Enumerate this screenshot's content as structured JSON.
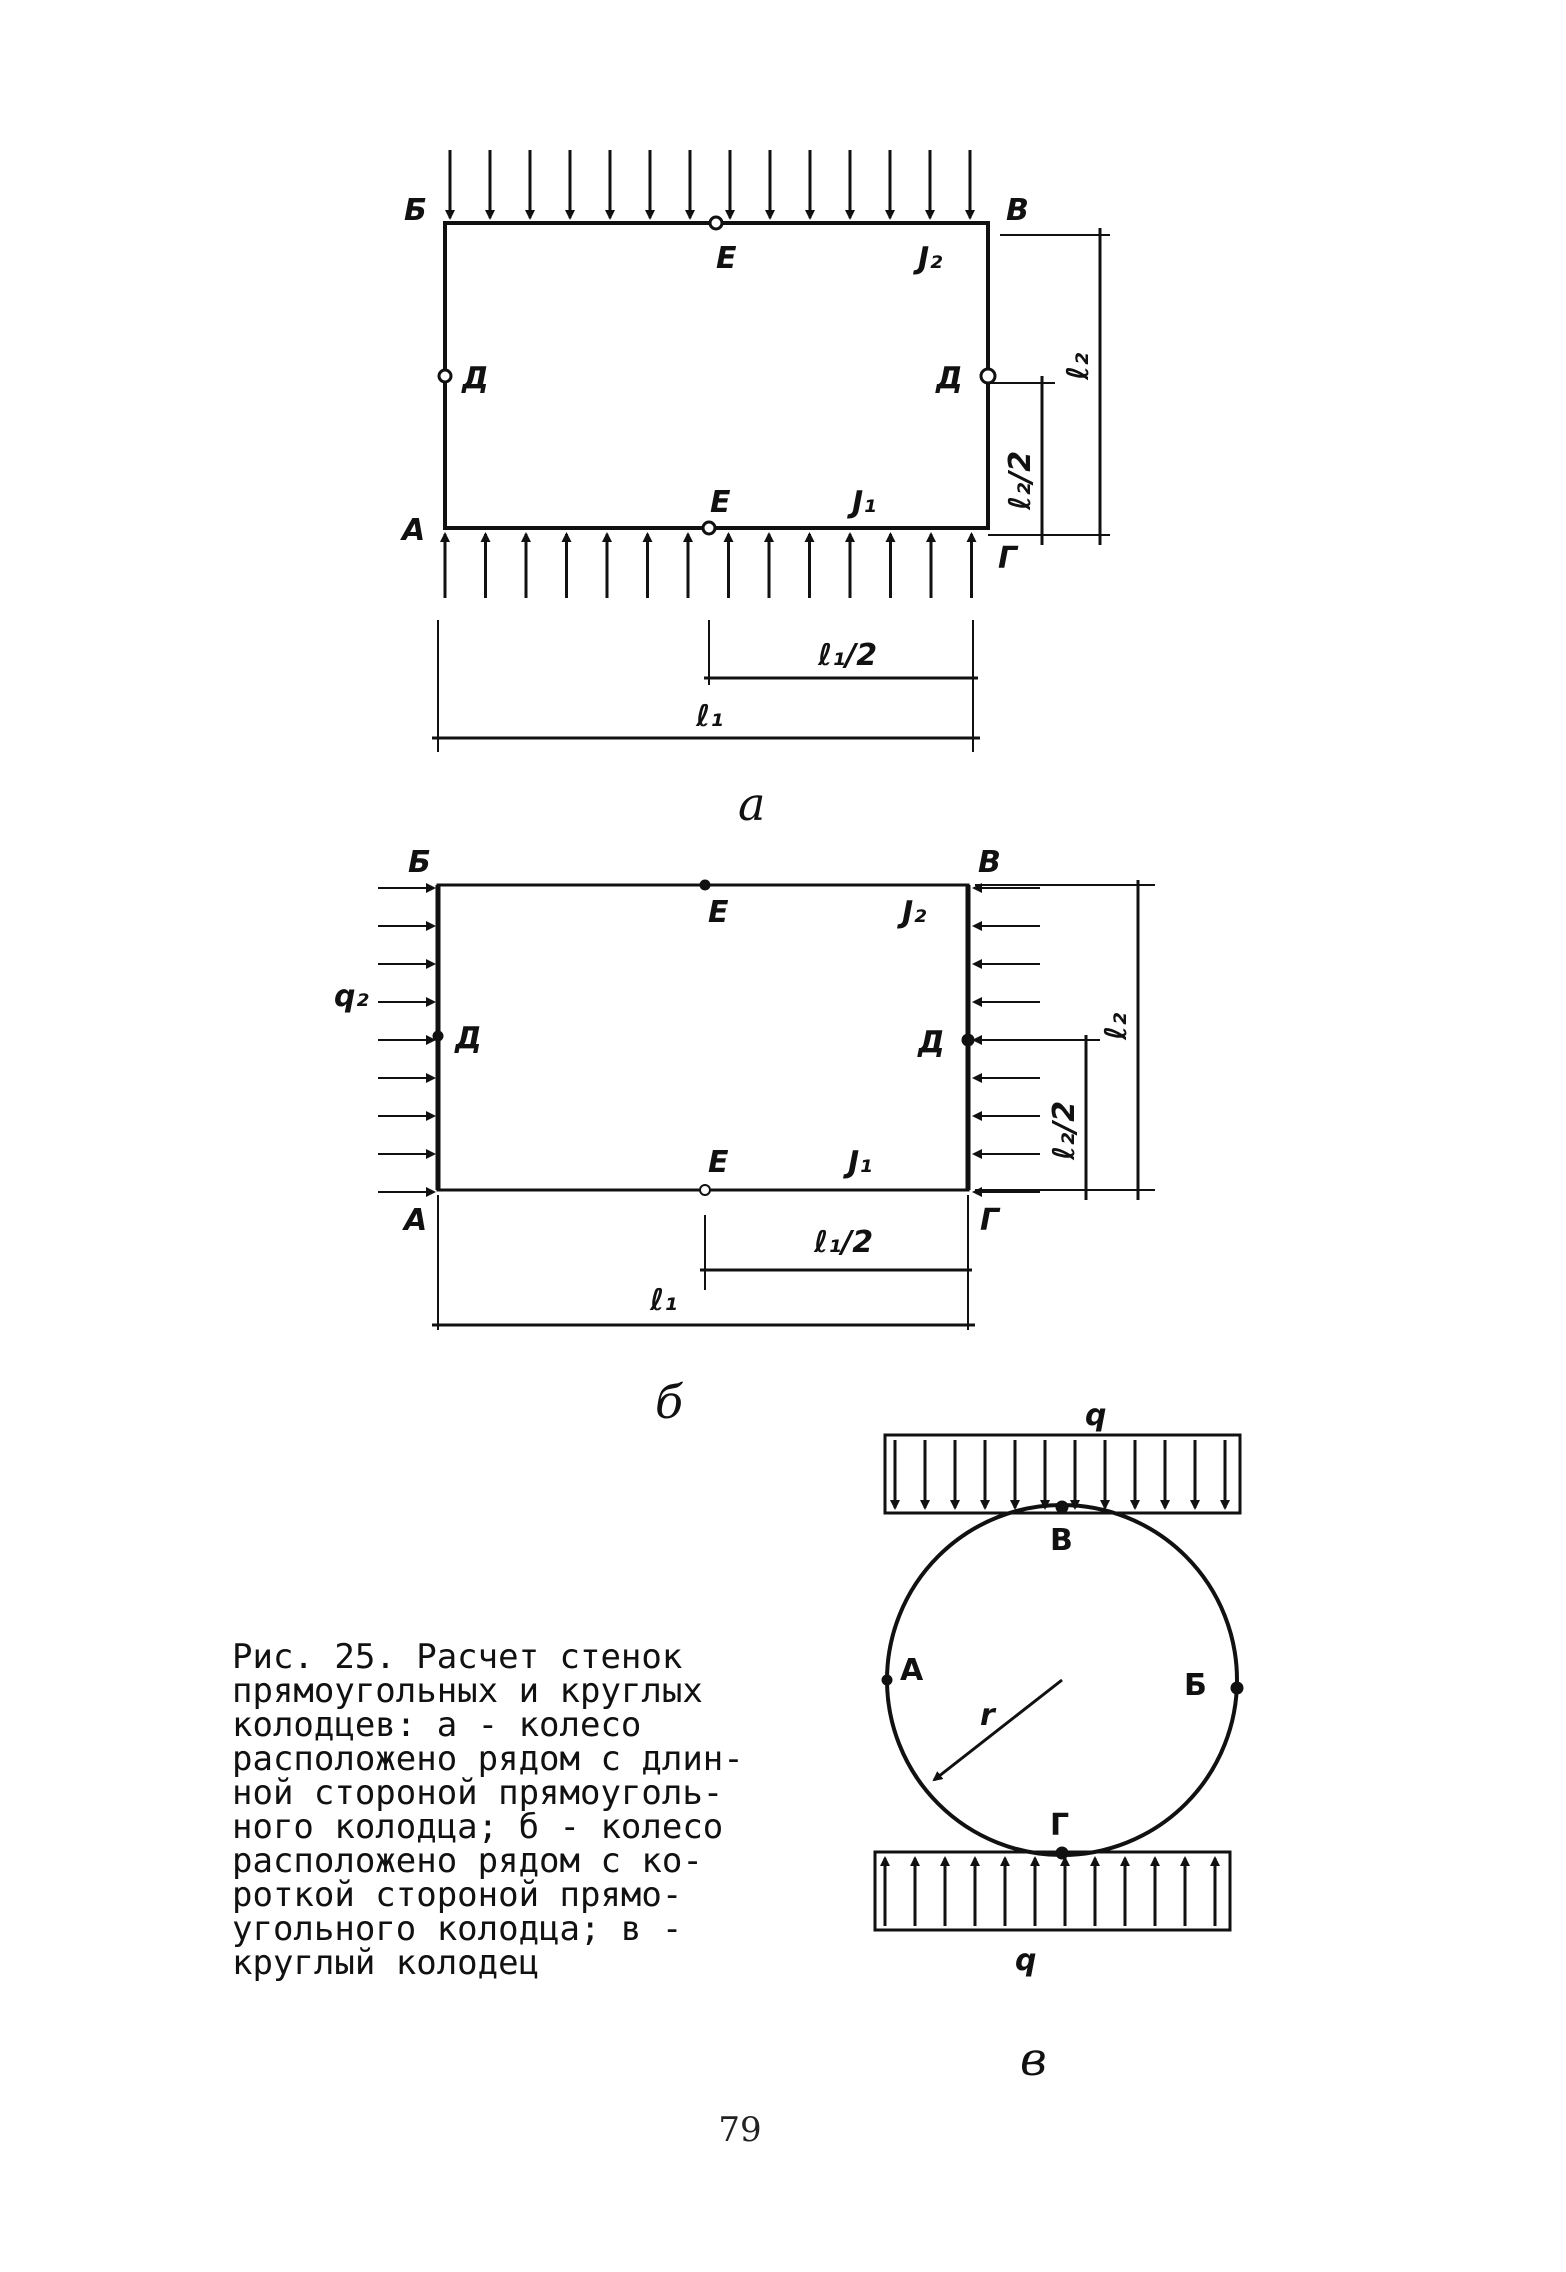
{
  "figure_a": {
    "corner_top_left": "Б",
    "corner_top_right": "В",
    "corner_bottom_left": "А",
    "corner_bottom_right": "Г",
    "mid_top": "Е",
    "mid_bottom": "Е",
    "side_left": "Д",
    "side_right": "Д",
    "inertia_top": "J₂",
    "inertia_bottom": "J₁",
    "dim_half_width": "ℓ₁/2",
    "dim_width": "ℓ₁",
    "dim_height": "ℓ₂",
    "dim_half_height": "ℓ₂/2",
    "sublabel": "a"
  },
  "figure_b": {
    "corner_top_left": "Б",
    "corner_top_right": "В",
    "corner_bottom_left": "А",
    "corner_bottom_right": "Г",
    "mid_top": "Е",
    "mid_bottom": "Е",
    "side_left": "Д",
    "side_right": "Д",
    "inertia_top": "J₂",
    "inertia_bottom": "J₁",
    "load_label": "q₂",
    "dim_half_width": "ℓ₁/2",
    "dim_width": "ℓ₁",
    "dim_height": "ℓ₂",
    "dim_half_height": "ℓ₂/2",
    "sublabel": "б"
  },
  "figure_c": {
    "point_top": "В",
    "point_left": "А",
    "point_right": "Б",
    "point_bottom": "Г",
    "radius_label": "r",
    "load_top": "q",
    "load_bottom": "q",
    "sublabel": "в"
  },
  "caption": "Рис. 25. Расчет стенок\nпрямоугольных и круглых\nколодцев: а - колесо\nрасположено рядом с длин-\nной стороной прямоуголь-\nного колодца; б - колесо\nрасположено рядом с ко-\nроткой стороной прямо-\nугольного колодца; в -\nкруглый колодец",
  "page_number": "79"
}
